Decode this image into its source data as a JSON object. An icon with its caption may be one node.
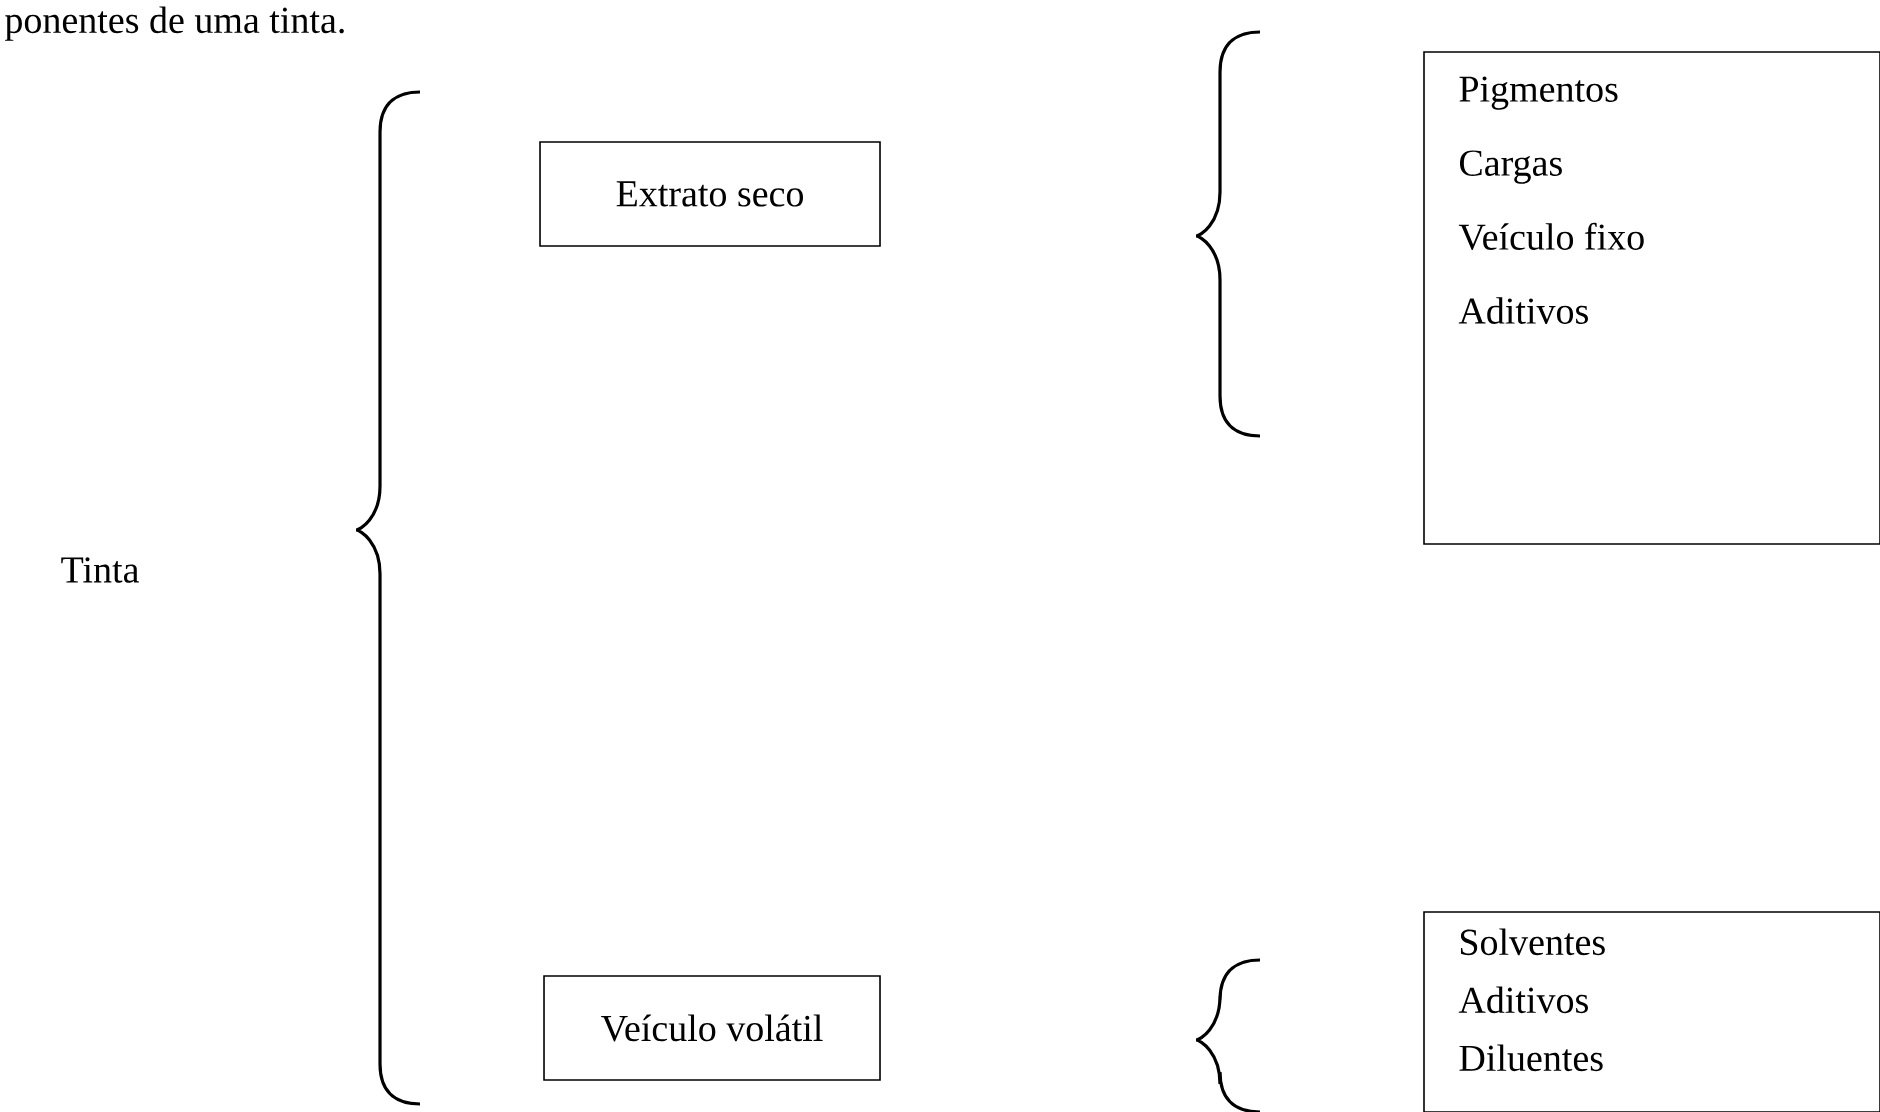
{
  "diagram": {
    "title": "ponentes de uma tinta.",
    "nodes": [
      {
        "text": [
          "Tinta"
        ]
      },
      {
        "text": [
          "Extrato seco"
        ]
      },
      {
        "text": [
          "Veículo volátil"
        ]
      },
      {
        "text": [
          "Pigmentos",
          "Cargas",
          "Veículo fixo",
          "Aditivos"
        ]
      },
      {
        "text": [
          "Solventes",
          "Aditivos",
          "Diluentes"
        ]
      }
    ]
  }
}
